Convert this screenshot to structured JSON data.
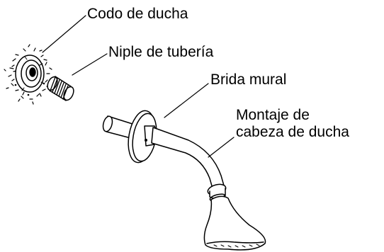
{
  "labels": {
    "codo": "Codo de ducha",
    "niple": "Niple de tubería",
    "brida": "Brida mural",
    "montaje_line1": "Montaje de",
    "montaje_line2": "cabeza de ducha"
  }
}
